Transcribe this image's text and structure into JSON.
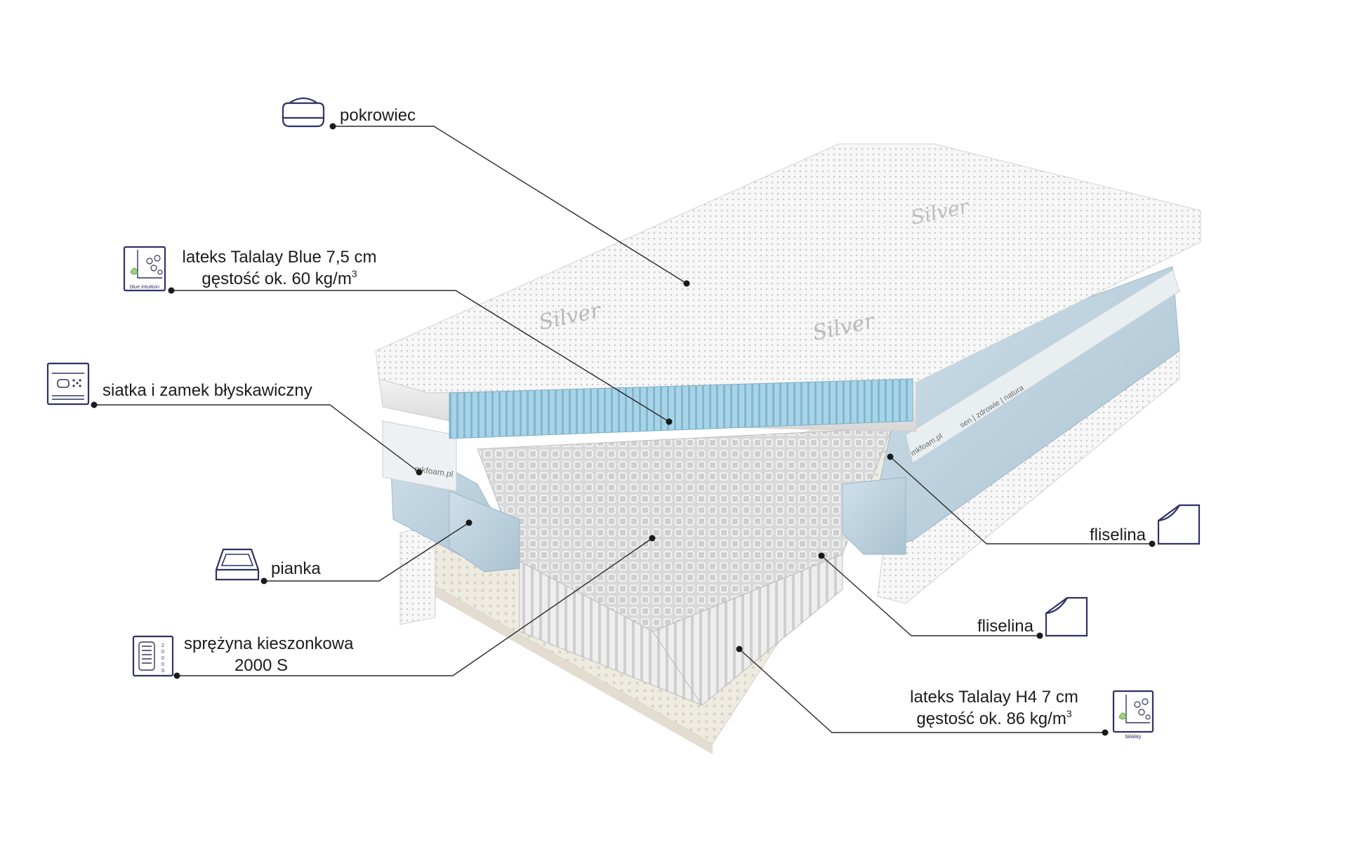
{
  "labels": {
    "cover": "pokrowiec",
    "latex_blue_line1": "lateks Talalay Blue 7,5 cm",
    "latex_blue_line2": "gęstość ok. 60 kg/m",
    "latex_blue_sup": "3",
    "mesh_zipper": "siatka i zamek błyskawiczny",
    "foam": "pianka",
    "pocket_spring_line1": "sprężyna kieszonkowa",
    "pocket_spring_line2": "2000 S",
    "fleece_top": "fliselina",
    "fleece_bottom": "fliselina",
    "latex_h4_line1": "lateks Talalay H4 7 cm",
    "latex_h4_line2": "gęstość ok. 86 kg/m",
    "latex_h4_sup": "3"
  },
  "icon_captions": {
    "blue": "blue intuition",
    "talalay": "talalay",
    "spring_count": "2000S"
  },
  "product_marks": {
    "brand": "mkfoam.pl",
    "band_text": "sen | zdrowie | natura"
  },
  "colors": {
    "text": "#1c1c1c",
    "leader_line": "#2a2a2a",
    "icon_stroke": "#2f3266",
    "latex_blue": "#a9d3e6",
    "foam_blue": "#bcd3df",
    "latex_cream": "#eeebe1"
  }
}
